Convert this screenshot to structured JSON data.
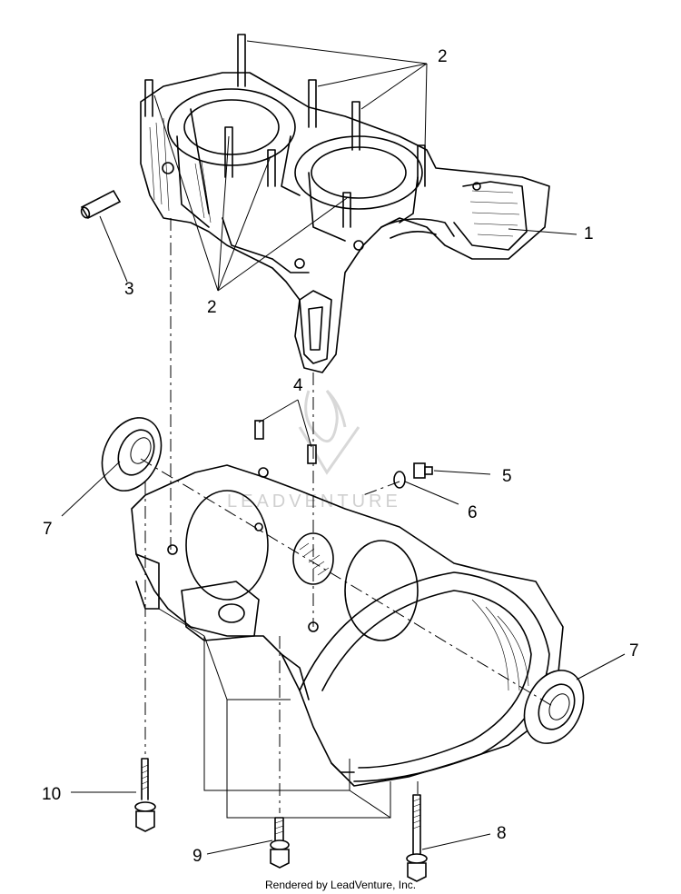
{
  "callouts": {
    "c1": "1",
    "c2_top": "2",
    "c2_bottom": "2",
    "c3": "3",
    "c4": "4",
    "c5": "5",
    "c6": "6",
    "c7_left": "7",
    "c7_right": "7",
    "c8": "8",
    "c9": "9",
    "c10": "10"
  },
  "watermark": "LEADVENTURE",
  "footer": "Rendered by LeadVenture, Inc."
}
